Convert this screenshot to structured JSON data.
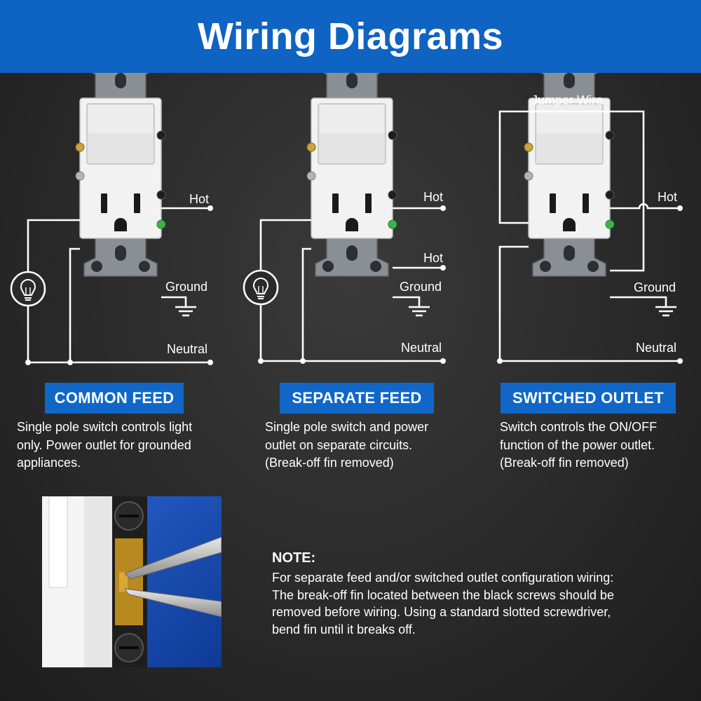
{
  "header": {
    "title": "Wiring Diagrams"
  },
  "labels": {
    "hot": "Hot",
    "ground": "Ground",
    "neutral": "Neutral",
    "jumper": "Jumper Wire"
  },
  "panels": [
    {
      "title": "COMMON FEED",
      "lines": [
        "Single pole switch controls light",
        "only. Power outlet for grounded",
        "appliances."
      ]
    },
    {
      "title": "SEPARATE FEED",
      "lines": [
        "Single pole switch and power",
        "outlet on separate circuits.",
        "(Break-off fin removed)"
      ]
    },
    {
      "title": "SWITCHED OUTLET",
      "lines": [
        "Switch controls the ON/OFF",
        "function of the power outlet.",
        "(Break-off fin removed)"
      ]
    }
  ],
  "note": {
    "title": "NOTE:",
    "lines": [
      "For separate feed and/or switched outlet configuration wiring:",
      "The break-off fin located between the black screws should be",
      "removed before wiring. Using a standard slotted screwdriver,",
      "bend fin until it breaks off."
    ]
  },
  "colors": {
    "header_blue": "#0f63c2",
    "badge_blue": "#1067c8",
    "ground_screw": "#3fb34a",
    "brass_screw": "#c9a43a"
  }
}
